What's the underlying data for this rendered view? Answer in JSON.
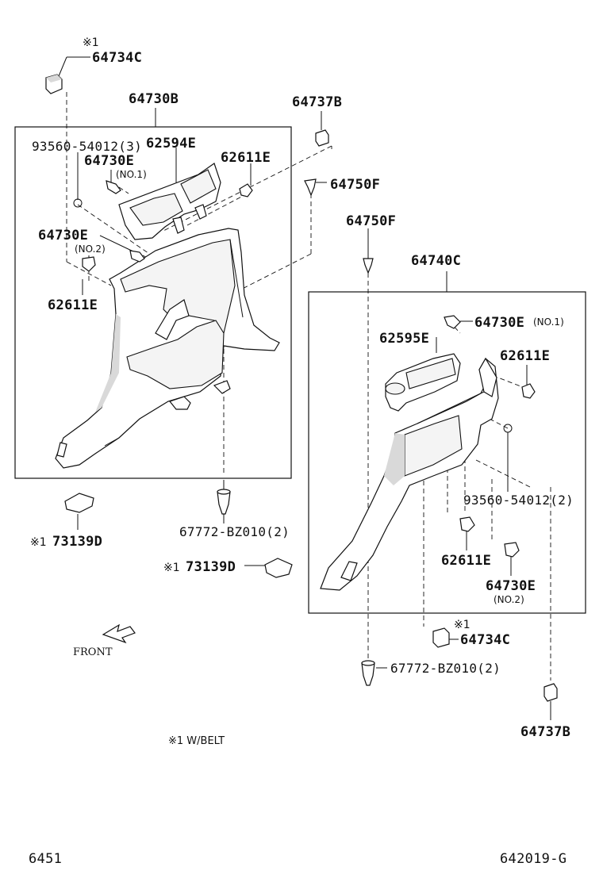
{
  "labels": {
    "mark_1a": "※1",
    "p64734C_top": "64734C",
    "p64730B": "64730B",
    "p64737B_top": "64737B",
    "p93560_left": "93560-54012(3)",
    "p62594E": "62594E",
    "p64730E_no1_left": "64730E",
    "no1_left": "(NO.1)",
    "p62611E_left_top": "62611E",
    "p64750F_a": "64750F",
    "p64750F_b": "64750F",
    "p64730E_no2_left": "64730E",
    "no2_left": "(NO.2)",
    "p62611E_left_bottom": "62611E",
    "p64740C": "64740C",
    "p64730E_no1_right": "64730E",
    "no1_right": "(NO.1)",
    "p62595E": "62595E",
    "p62611E_right_top": "62611E",
    "p93560_right": "93560-54012(2)",
    "mark_1b": "※1",
    "p73139D_left": "73139D",
    "p67772_upper": "67772-BZ010(2)",
    "mark_1c": "※1",
    "p73139D_mid": "73139D",
    "p62611E_right_bottom": "62611E",
    "p64730E_no2_right": "64730E",
    "no2_right": "(NO.2)",
    "front": "FRONT",
    "mark_1d": "※1",
    "p64734C_bottom": "64734C",
    "p67772_lower": "67772-BZ010(2)",
    "p64737B_bottom": "64737B",
    "note": "※1  W/BELT",
    "page_left": "6451",
    "page_right": "642019-G"
  }
}
